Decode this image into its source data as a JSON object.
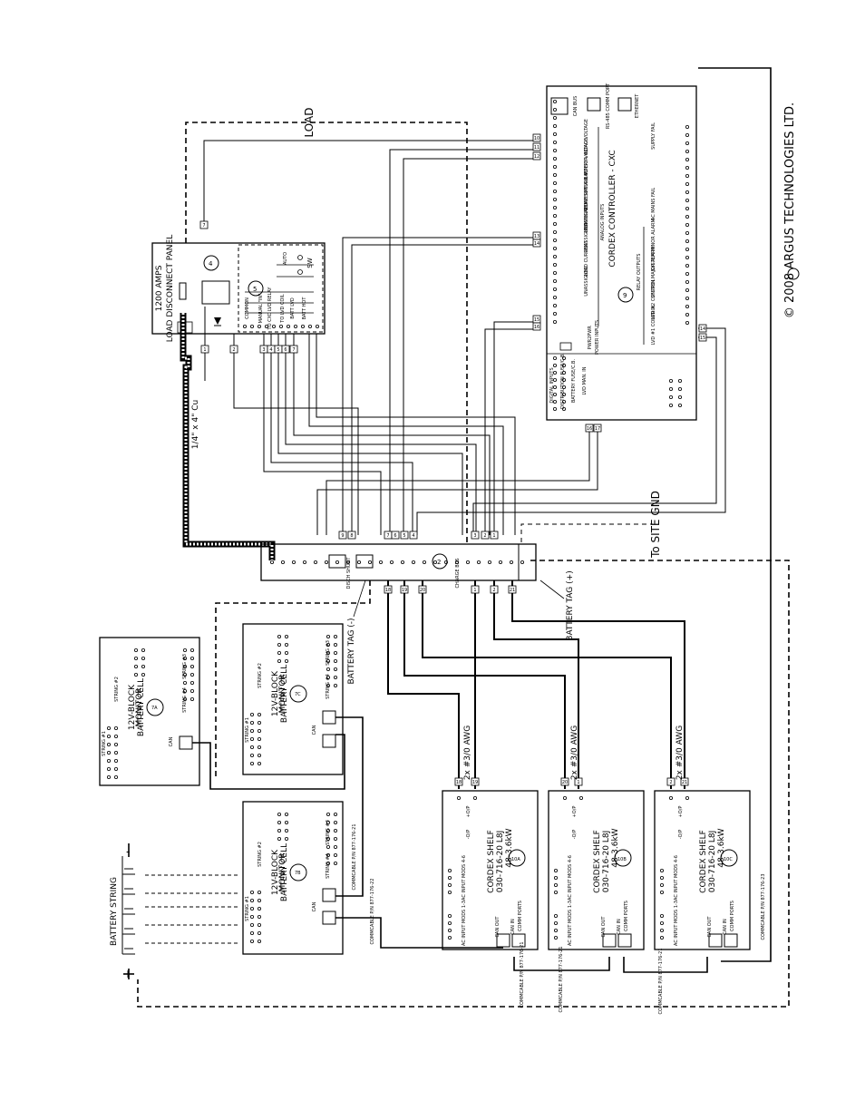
{
  "copyright": "© 2008 ARGUS TECHNOLOGIES LTD.",
  "load_label": "LOAD",
  "to_site_gnd": "To SITE GND",
  "battery_tag_pos": "BATTERY TAG (+)",
  "battery_tag_neg": "BATTERY TAG (-)",
  "conduit": "1/4\" x 4\" Cu",
  "battery_string": "BATTERY STRING",
  "plus": "+",
  "minus": "-",
  "awg": "2x #3/0 AWG",
  "disconnect": {
    "title1": "1200 AMPS",
    "title2": "LOAD DISCONNECT PANEL",
    "num": "4",
    "sub_num": "5",
    "sw": "SW",
    "auto": "AUTO",
    "rows": [
      "COMMON",
      "MANUAL \"IN\"",
      "TO CXC LVD RELAY",
      "TO LVD COIL",
      "BATT LVD",
      "BATT HOT"
    ],
    "tags": [
      "1",
      "2",
      "3",
      "4",
      "5",
      "6",
      "7"
    ]
  },
  "controller": {
    "title": "CORDEX CONTROLLER - CXC",
    "num": "9",
    "sections": [
      "ANALOG INPUTS",
      "RELAY OUTPUTS",
      "DIGITAL INPUTS",
      "POWER INPUTS"
    ],
    "analog": [
      "LOAD VOLTAGE",
      "BATTERY VOLTAGE",
      "TEMPERATURE SENSOR #1",
      "TEMPERATURE SENSOR #2",
      "UNASSIGNED",
      "UNASSIGNED",
      "LOAD CURRENT",
      "UNASSIGNED"
    ],
    "relays": [
      "LVD #1 CONTROL",
      "LVD #2 CONTROL",
      "SYSTEM MAJOR ALARM",
      "SYSTEM MINOR ALARM",
      "AC MAINS FAIL",
      "SUPPLY FAIL"
    ],
    "digital": [
      "DISTRIBUTION FUSE/C.B.",
      "BATTERY FUSE/C.B.",
      "LVD MAN. IN"
    ],
    "power": [
      "PWR2",
      "PWR"
    ],
    "ports": [
      "CAN BUS",
      "RS-485 COMM PORT",
      "ETHERNET"
    ],
    "tags": [
      "10",
      "11",
      "12",
      "13",
      "14",
      "15",
      "16",
      "17"
    ]
  },
  "busbar": {
    "num": "2",
    "shunt": "DISCH SHUNT",
    "charge": "CHARGE BUS",
    "tags_top": [
      "9",
      "8",
      "7",
      "6",
      "5",
      "4",
      "3",
      "2",
      "1"
    ],
    "tags_bottom": [
      "18",
      "19",
      "20",
      "1",
      "2",
      "21"
    ]
  },
  "monitors": [
    {
      "title1": "12V-BLOCK",
      "title2": "BATTERY CELL",
      "title3": "MONITOR",
      "num": "7A",
      "s1": "STRING #1",
      "s2": "STRING #2",
      "s3": "STRING #3",
      "s4": "STRING #4",
      "can": "CAN"
    },
    {
      "title1": "12V-BLOCK",
      "title2": "BATTERY CELL",
      "title3": "MONITOR",
      "num": "7C",
      "s1": "STRING #1",
      "s2": "STRING #2",
      "s3": "STRING #3",
      "s4": "STRING #4",
      "can": "CAN"
    },
    {
      "title1": "12V-BLOCK",
      "title2": "BATTERY CELL",
      "title3": "MONITOR",
      "num": "7B",
      "s1": "STRING #1",
      "s2": "STRING #2",
      "s3": "STRING #3",
      "s4": "STRING #4",
      "can": "CAN"
    }
  ],
  "shelves": [
    {
      "title1": "CORDEX SHELF",
      "title2": "030-716-20 L8J",
      "title3": "48-3.6kW",
      "num": "10A",
      "pos": "+O/P",
      "neg": "-O/P",
      "ac1": "AC INPUT MODS 4-6",
      "ac2": "AC INPUT MODS 1-3",
      "comm": "COMM PORTS",
      "can1": "CAN OUT",
      "can2": "CAN IN"
    },
    {
      "title1": "CORDEX SHELF",
      "title2": "030-716-20 L8J",
      "title3": "48-3.6kW",
      "num": "10B",
      "pos": "+O/P",
      "neg": "-O/P",
      "ac1": "AC INPUT MODS 4-6",
      "ac2": "AC INPUT MODS 1-3",
      "comm": "COMM PORTS",
      "can1": "CAN OUT",
      "can2": "CAN IN"
    },
    {
      "title1": "CORDEX SHELF",
      "title2": "030-716-20 L8J",
      "title3": "48-3.6kW",
      "num": "10C",
      "pos": "+O/P",
      "neg": "-O/P",
      "ac1": "AC INPUT MODS 4-6",
      "ac2": "AC INPUT MODS 1-3",
      "comm": "COMM PORTS",
      "can1": "CAN OUT",
      "can2": "CAN IN"
    }
  ],
  "cables": {
    "c1": "COMMCABLE P/N 877-176-21",
    "c2": "COMMCABLE P/N 877-176-22",
    "c3": "COMMCABLE P/N 877-176-21",
    "c4": "COMMCABLE P/N 877-176-21",
    "c5": "COMMCABLE P/N 877-176-23",
    "c6": "COMMCABLE P/N 877-176-21"
  },
  "awg_tags": [
    "18",
    "19",
    "20",
    "1",
    "2",
    "21"
  ]
}
